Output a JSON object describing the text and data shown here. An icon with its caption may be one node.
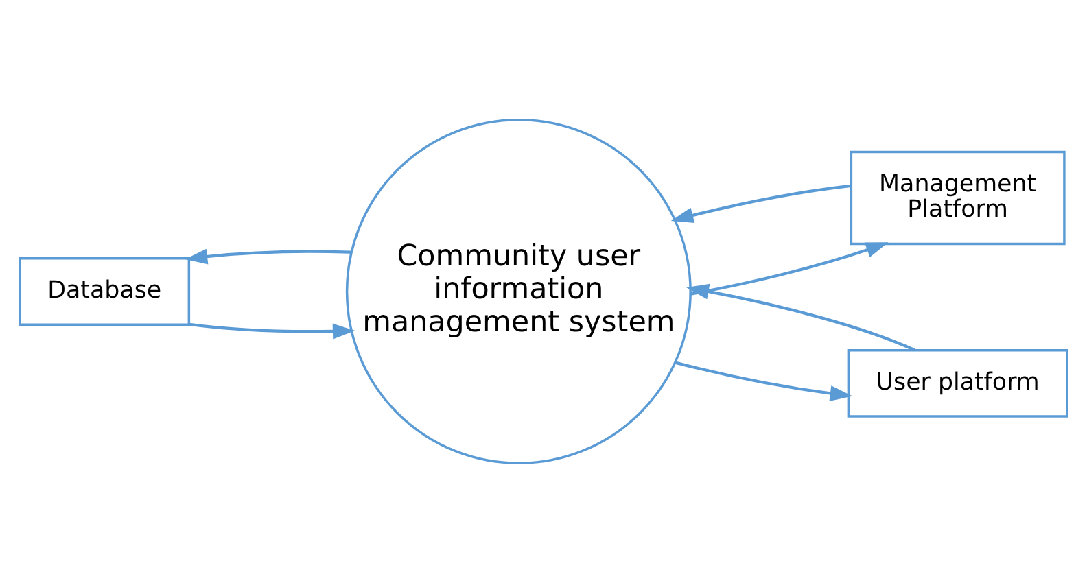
{
  "diagram": {
    "nodes": [
      {
        "text": [
          "Community user information management system"
        ]
      },
      {
        "text": [
          "Management Platform"
        ]
      },
      {
        "text": [
          "Database"
        ]
      },
      {
        "text": [
          "User platform"
        ]
      }
    ],
    "edges": [
      {
        "from": 1,
        "to": 0,
        "arrow": "to"
      },
      {
        "from": 0,
        "to": 1,
        "arrow": "to"
      },
      {
        "from": 0,
        "to": 2,
        "arrow": "to"
      },
      {
        "from": 2,
        "to": 0,
        "arrow": "to"
      },
      {
        "from": 0,
        "to": 3,
        "arrow": "to"
      },
      {
        "from": 3,
        "to": 0,
        "arrow": "to"
      }
    ]
  }
}
